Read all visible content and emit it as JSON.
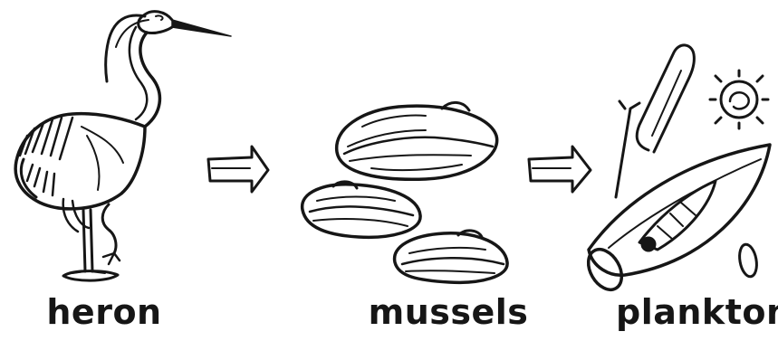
{
  "organisms": [
    {
      "label": "heron"
    },
    {
      "label": "mussels"
    },
    {
      "label": "plankton"
    }
  ],
  "colors": {
    "ink": "#161616",
    "background": "#ffffff"
  },
  "icons": [
    "heron-illustration",
    "mussels-illustration",
    "plankton-illustration",
    "arrow-right-icon"
  ]
}
